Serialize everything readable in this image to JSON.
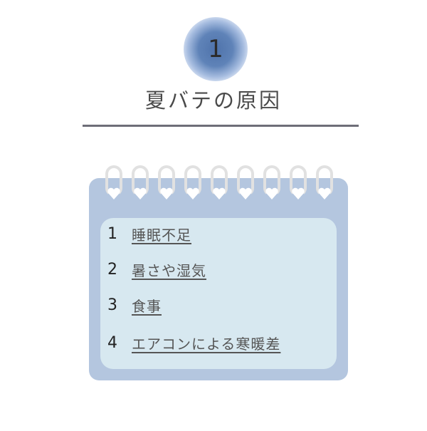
{
  "header": {
    "badge_number": "1",
    "title": "夏バテの原因"
  },
  "list": {
    "items": [
      {
        "num": "1",
        "text": "睡眠不足"
      },
      {
        "num": "2",
        "text": "暑さや湿気"
      },
      {
        "num": "3",
        "text": "食事"
      },
      {
        "num": "4",
        "text": "エアコンによる寒暖差"
      }
    ]
  },
  "colors": {
    "badge": "#5f83b8",
    "calendar_frame": "#b4c6df",
    "calendar_paper": "#d7e8f0",
    "rule": "#6e6e78"
  }
}
